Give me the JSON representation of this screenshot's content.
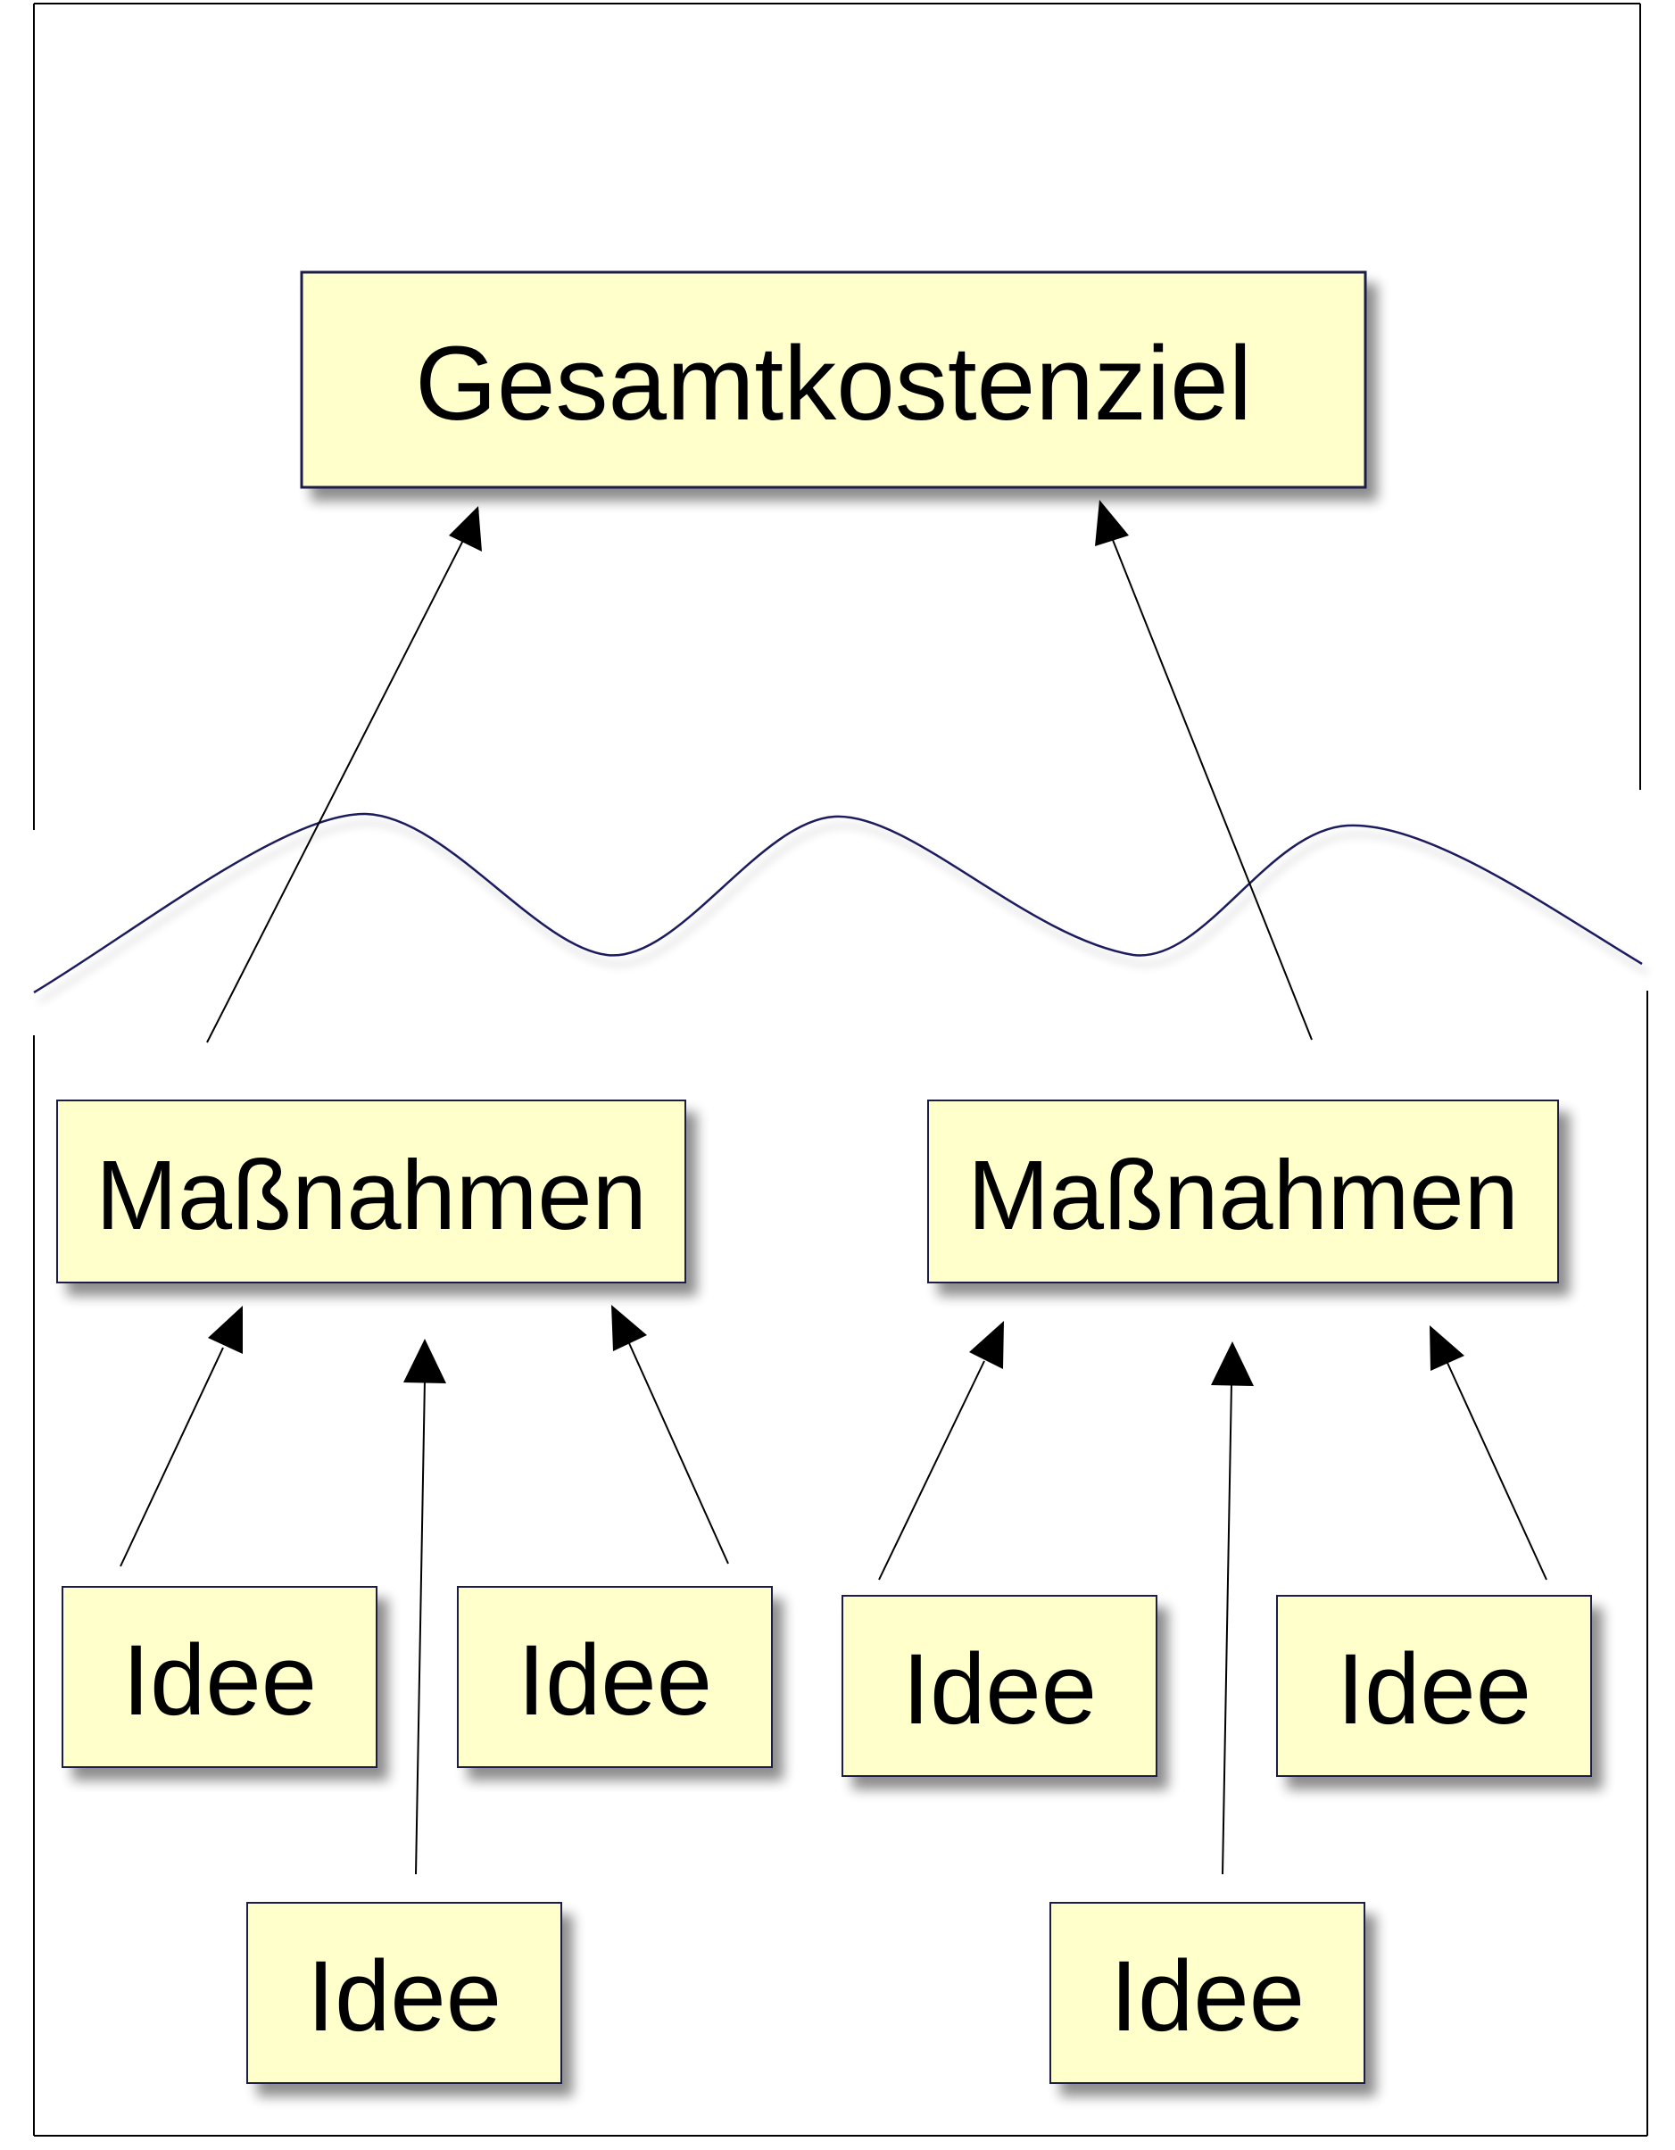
{
  "diagram": {
    "top_node": {
      "label": "Gesamtkostenziel"
    },
    "measure_nodes": [
      {
        "label": "Maßnahmen"
      },
      {
        "label": "Maßnahmen"
      }
    ],
    "idea_nodes": [
      {
        "label": "Idee"
      },
      {
        "label": "Idee"
      },
      {
        "label": "Idee"
      },
      {
        "label": "Idee"
      },
      {
        "label": "Idee"
      },
      {
        "label": "Idee"
      }
    ]
  },
  "colors": {
    "node_fill": "#ffffcc",
    "node_border": "#1a1a4a",
    "wave_line": "#1a1a5e",
    "arrow": "#000000"
  }
}
